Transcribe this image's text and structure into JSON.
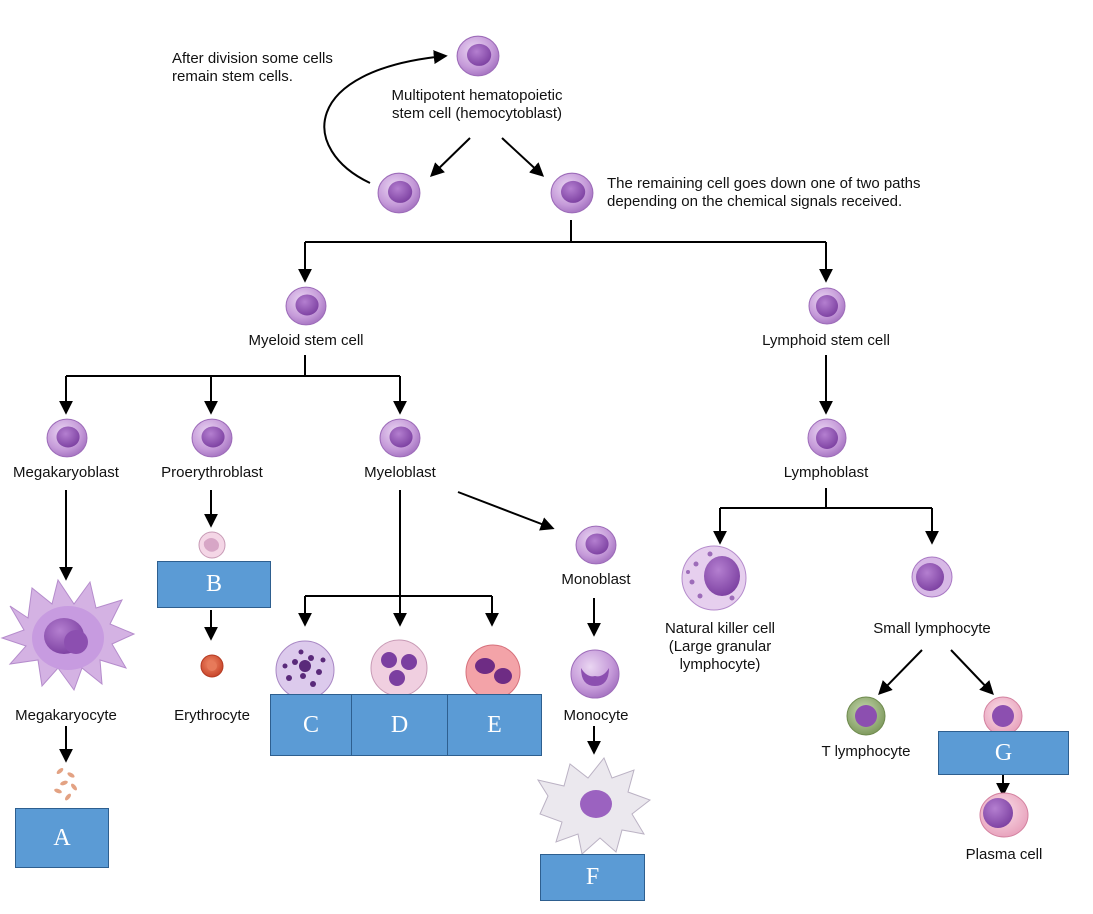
{
  "texts": {
    "division_note": "After division some cells\nremain stem cells.",
    "hsc": "Multipotent hematopoietic\nstem cell (hemocytoblast)",
    "remaining_note": "The remaining cell goes down one of two paths\ndepending on the chemical signals received.",
    "myeloid": "Myeloid stem cell",
    "lymphoid": "Lymphoid stem cell",
    "megakaryoblast": "Megakaryoblast",
    "proerythroblast": "Proerythroblast",
    "myeloblast": "Myeloblast",
    "lymphoblast": "Lymphoblast",
    "monoblast": "Monoblast",
    "megakaryocyte": "Megakaryocyte",
    "erythrocyte": "Erythrocyte",
    "monocyte": "Monocyte",
    "nk_cell": "Natural killer cell\n(Large granular\nlymphocyte)",
    "small_lymphocyte": "Small lymphocyte",
    "t_lymphocyte": "T lymphocyte",
    "plasma_cell": "Plasma cell"
  },
  "boxes": {
    "a": "A",
    "b": "B",
    "c": "C",
    "d": "D",
    "e": "E",
    "f": "F",
    "g": "G"
  },
  "colors": {
    "box_fill": "#5b9bd5",
    "box_border": "#2e5f8f",
    "cell_purple": "#b98ad0",
    "nucleus_purple": "#8c4fb0",
    "erythrocyte_red": "#d9583a",
    "t_cell_green": "#8aa66d",
    "pink_cell": "#f2b8cc"
  }
}
